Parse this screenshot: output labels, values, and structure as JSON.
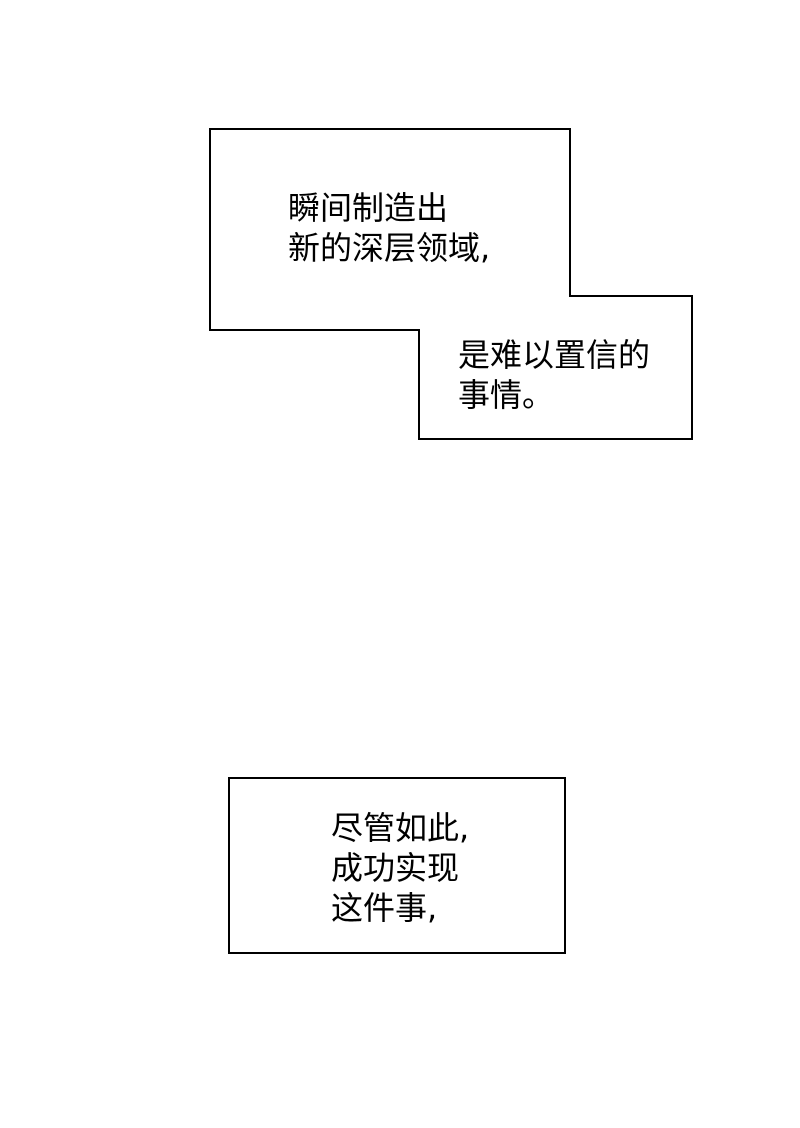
{
  "panel_1": {
    "box_1_lines": [
      "瞬间制造出",
      "新的深层领域,"
    ],
    "box_2_lines": [
      "是难以置信的",
      "事情。"
    ]
  },
  "panel_2": {
    "box_lines": [
      "尽管如此,",
      "成功实现",
      "这件事,"
    ]
  }
}
